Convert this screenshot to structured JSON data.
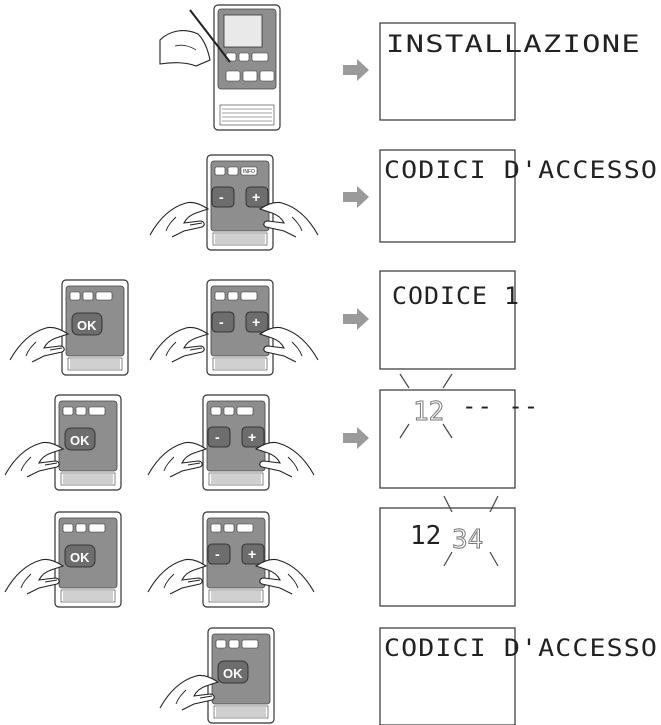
{
  "steps": [
    {
      "lcd_line1": "INSTALLAZIONE",
      "arrow": true
    },
    {
      "lcd_line1": "CODICI D'ACCESSO",
      "arrow": true
    },
    {
      "lcd_line1": "CODICE 1",
      "arrow": true
    },
    {
      "lcd_digits_lit": "12",
      "lcd_digits_dim": "-- --",
      "arrow": true
    },
    {
      "lcd_digits_lit": "12",
      "lcd_digits_blink": "34",
      "arrow": false
    },
    {
      "lcd_line1": "CODICI D'ACCESSO",
      "arrow": false
    }
  ],
  "buttons": {
    "ok": "OK",
    "minus": "-",
    "plus": "+",
    "info": "INFO"
  },
  "icons": [
    "pencil-icon",
    "hand-icon",
    "arrow-right-icon",
    "blink-ray-icon"
  ]
}
